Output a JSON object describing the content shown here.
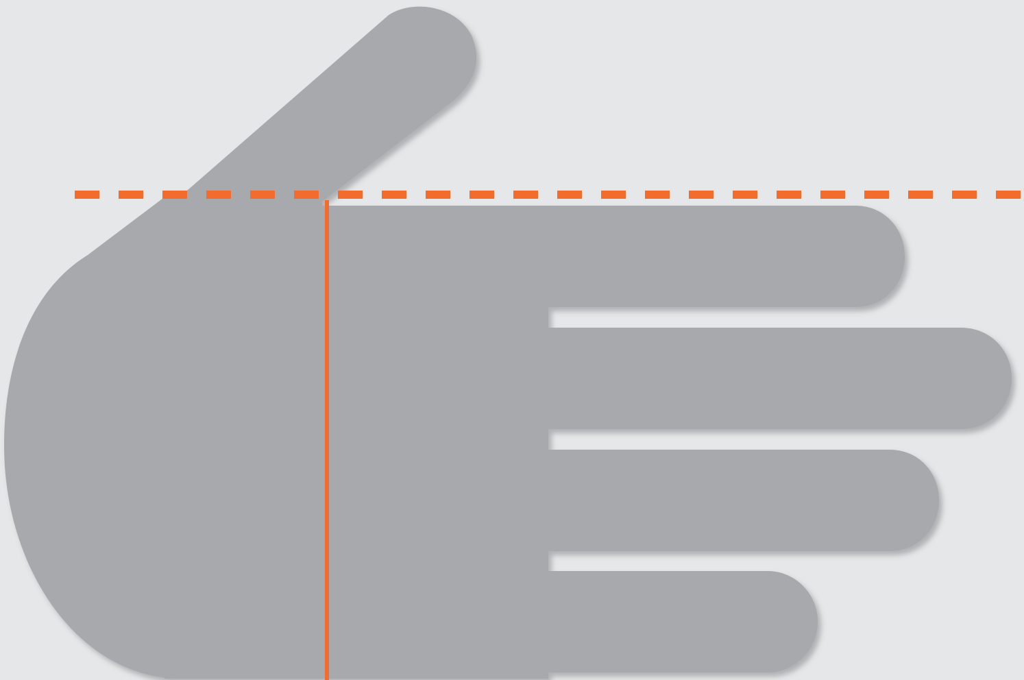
{
  "diagram": {
    "background_color": "#e6e7e8",
    "hand_color": "#a8a9ac",
    "shadow_color": "#8e8f92",
    "guide_color": "#f26d2d",
    "shapes": [
      "hand-palm",
      "thumb",
      "index-finger",
      "middle-finger",
      "ring-finger",
      "little-finger"
    ],
    "guides": [
      "horizontal-dashed-line",
      "vertical-solid-line"
    ]
  }
}
